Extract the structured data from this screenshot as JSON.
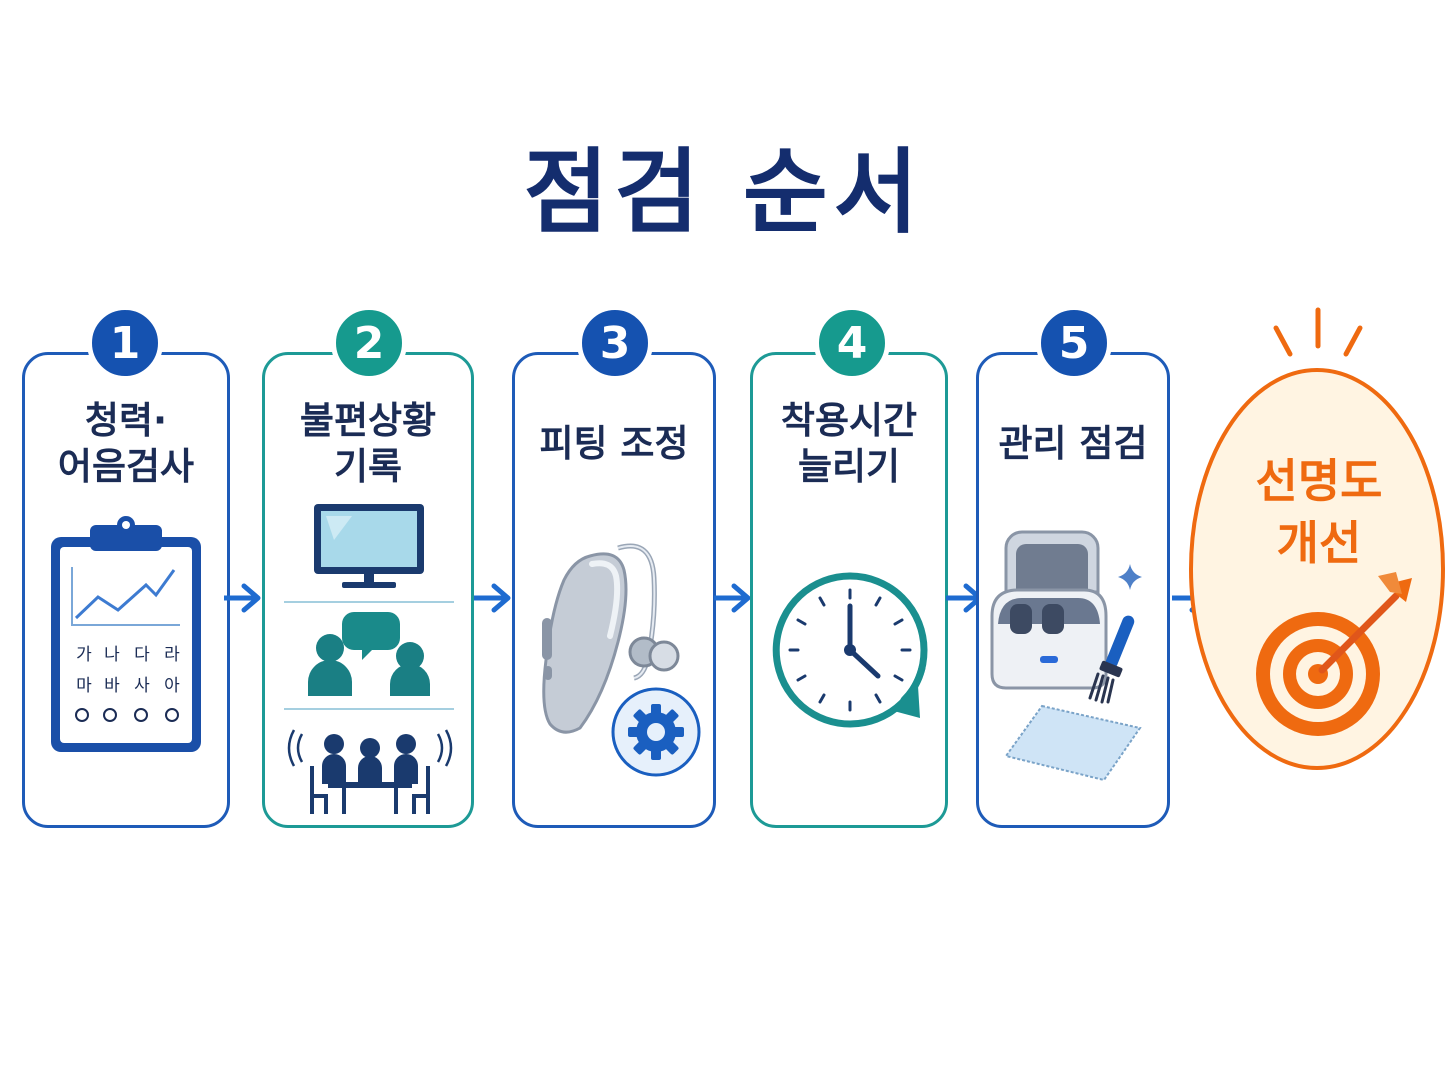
{
  "title": "점검 순서",
  "steps": [
    {
      "number": "1",
      "line1": "청력·",
      "line2": "어음검사"
    },
    {
      "number": "2",
      "line1": "불편상황",
      "line2": "기록"
    },
    {
      "number": "3",
      "line1": "피팅 조정",
      "line2": ""
    },
    {
      "number": "4",
      "line1": "착용시간",
      "line2": "늘리기"
    },
    {
      "number": "5",
      "line1": "관리 점검",
      "line2": ""
    }
  ],
  "speech_chart": {
    "row1": [
      "가",
      "나",
      "다",
      "라"
    ],
    "row2": [
      "마",
      "바",
      "사",
      "아"
    ]
  },
  "result": {
    "line1": "선명도",
    "line2": "개선"
  },
  "colors": {
    "title": "#142d6e",
    "blue": "#1e5bb8",
    "teal": "#1d9a96",
    "orange": "#ef6a10",
    "result_fill": "#fff4e2"
  },
  "icons": [
    "clipboard-chart-icon",
    "monitor-icon",
    "conversation-icon",
    "group-meeting-icon",
    "hearing-aid-icon",
    "gear-icon",
    "clock-icon",
    "case-icon",
    "brush-icon",
    "cloth-icon",
    "target-icon"
  ]
}
